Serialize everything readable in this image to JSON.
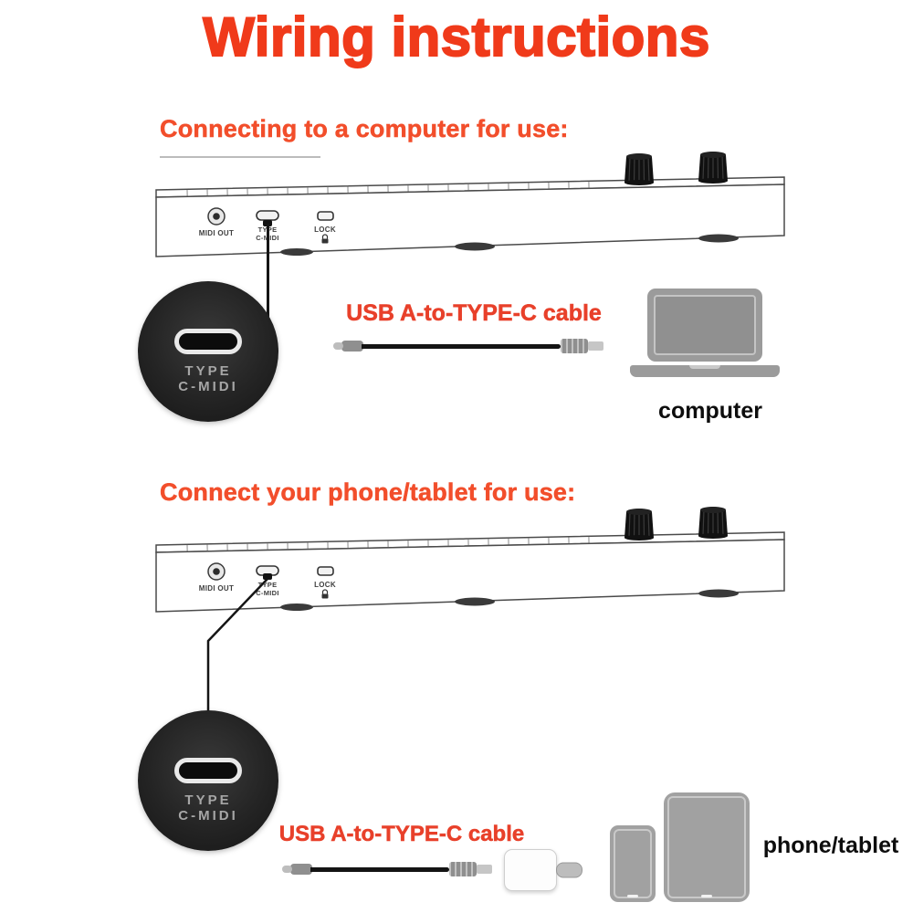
{
  "title": "Wiring instructions",
  "colors": {
    "title": "#f03a1a",
    "heading": "#f24e2b",
    "cable_label": "#e8402a",
    "icon_gray": "#9b9b9b",
    "zoom_circle": "#242424"
  },
  "device": {
    "port_midi_out_label": "MIDI OUT",
    "port_type_c_label_line1": "TYPE",
    "port_type_c_label_line2": "C-MIDI",
    "port_lock_label": "LOCK"
  },
  "zoom": {
    "label_line1": "TYPE",
    "label_line2": "C-MIDI"
  },
  "sections": [
    {
      "heading": "Connecting to a computer for use:",
      "cable_label": "USB A-to-TYPE-C cable",
      "target_label": "computer"
    },
    {
      "heading": "Connect your phone/tablet for use:",
      "cable_label": "USB A-to-TYPE-C cable",
      "target_label": "phone/tablet"
    }
  ]
}
